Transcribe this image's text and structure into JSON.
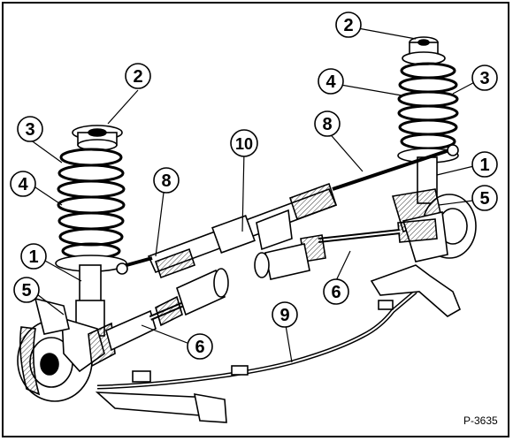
{
  "figure": {
    "code": "P-3635",
    "callouts": [
      "1",
      "1",
      "2",
      "2",
      "3",
      "3",
      "4",
      "4",
      "5",
      "5",
      "6",
      "6",
      "8",
      "8",
      "9",
      "10"
    ]
  },
  "colors": {
    "ink": "#000000",
    "paper": "#ffffff",
    "shade": "#d9d9d9"
  }
}
